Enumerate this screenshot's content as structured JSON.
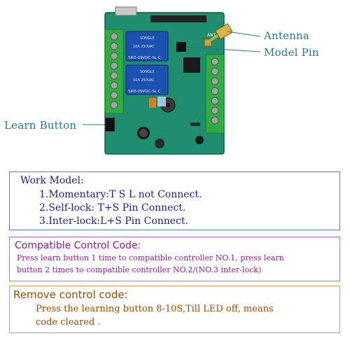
{
  "callouts": {
    "antenna": "Antenna",
    "model_pin": "Model Pin",
    "learn_button": "Learn Button"
  },
  "board": {
    "relay_brand": "SONGLE",
    "relay_model": "SRD-09VDC-SL-C",
    "relay_specs": "10A 250VAC",
    "ant_label": "ANT"
  },
  "work_model": {
    "title": "Work Model:",
    "lines": [
      "1.Momentary:T S L not Connect.",
      "2.Self-lock: T+S  Pin Connect.",
      "3.Inter-lock:L+S  Pin Connect."
    ]
  },
  "compatible": {
    "title": "Compatible Control Code:",
    "lines": [
      "Press learn button 1 time to compatible controller NO.1, press learn",
      "button 2 times to compatible controller NO.2/(NO.3 inter-lock)"
    ]
  },
  "remove": {
    "title": "Remove control code:",
    "lines": [
      "Press the learning button 8-10S,Till LED  off,  means",
      "code cleared ."
    ]
  },
  "colors": {
    "pcb": "#1e8e6e",
    "relay": "#1b4fb0",
    "terminal": "#2fae3f",
    "callout": "#1f7c8c"
  }
}
